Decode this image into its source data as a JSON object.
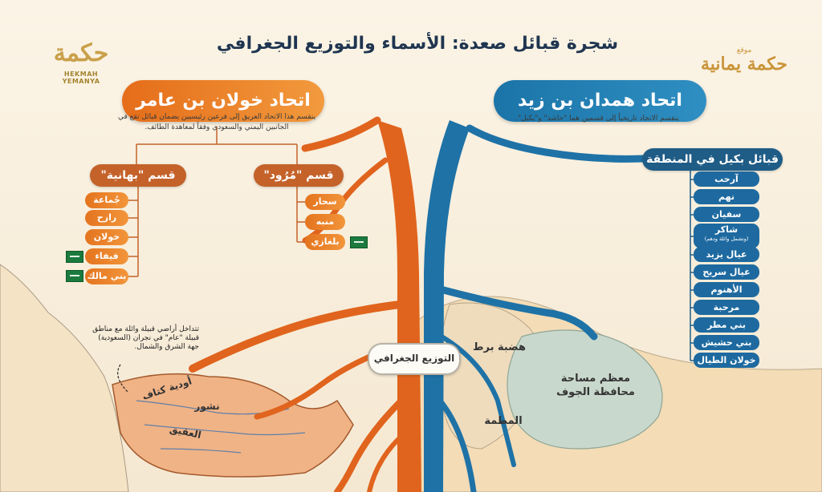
{
  "title": "شجرة قبائل صعدة: الأسماء والتوزيع الجغرافي",
  "logos": {
    "left_mark": "حكمة",
    "left_text": "HEKMAH YEMANYA",
    "right_small": "موقع",
    "right_big": "حكمة يمانية"
  },
  "khawlan": {
    "title": "اتحاد خولان بن عامر",
    "description": "ينقسم هذا الاتحاد العريق إلى فرعين رئيسيين يضمان قبائل تقع في الجانبين اليمني والسعودي وفقاً لمعاهدة الطائف.",
    "sections": {
      "bahaniya": {
        "label": "قسم \"بهانية\"",
        "items": [
          "جُماعة",
          "رازح",
          "خولان",
          "فيفاء",
          "بني مالك"
        ]
      },
      "marwad": {
        "label": "قسم \"مُرُود\"",
        "items": [
          "سحار",
          "منبه",
          "بلغازي"
        ]
      }
    }
  },
  "hamdan": {
    "title": "اتحاد همدان بن زيد",
    "description": "ينقسم الاتحاد تاريخياً إلى قسمين هما \"حاشد\" و\"بكيل\".",
    "bakil": {
      "label": "قبائل بكيل في المنطقة",
      "items": [
        {
          "name": "آرحب"
        },
        {
          "name": "نهم"
        },
        {
          "name": "سفيان"
        },
        {
          "name": "شاكر",
          "sub": "(وتشمل وائلة ودهم)"
        },
        {
          "name": "عيال يزيد"
        },
        {
          "name": "عيال سريح"
        },
        {
          "name": "الأهنوم"
        },
        {
          "name": "مرحبة"
        },
        {
          "name": "بني مطر"
        },
        {
          "name": "بني حشيش"
        },
        {
          "name": "خولان الطيال"
        }
      ]
    }
  },
  "center_label": "التوزيع الجغرافي",
  "map": {
    "note": "تتداخل أراضي قبيلة وائلة مع مناطق قبيلة \"عام\" في نجران (السعودية) جهة الشرق والشمال.",
    "labels": {
      "wadi_kitaf": "أودية كتاف",
      "nashur": "نشور",
      "aqiq": "العقيق",
      "hadbat_bart": "هضبة برط",
      "mitma": "المطمة",
      "jawf": "معظم مساحة محافظة الجوف"
    }
  },
  "colors": {
    "orange": "#e56d1a",
    "blue": "#1b74a8",
    "brown_section": "#c4622a",
    "navy_section": "#1f5c86",
    "flag_green": "#1b7a3e"
  }
}
